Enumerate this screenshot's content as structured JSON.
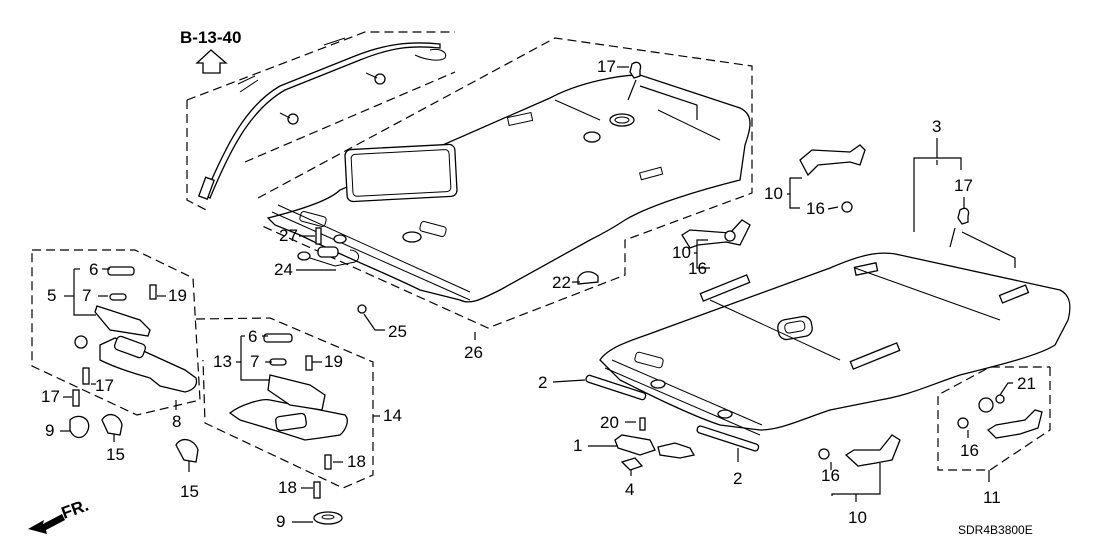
{
  "diagram": {
    "title": "Roof Lining / Headliner Parts Diagram",
    "reference_label": "B-13-40",
    "front_direction_label": "FR.",
    "diagram_code": "SDR4B3800E",
    "callouts": [
      {
        "id": "1",
        "text": "1"
      },
      {
        "id": "2a",
        "text": "2"
      },
      {
        "id": "2b",
        "text": "2"
      },
      {
        "id": "3",
        "text": "3"
      },
      {
        "id": "4",
        "text": "4"
      },
      {
        "id": "5",
        "text": "5"
      },
      {
        "id": "6a",
        "text": "6"
      },
      {
        "id": "6b",
        "text": "6"
      },
      {
        "id": "7a",
        "text": "7"
      },
      {
        "id": "7b",
        "text": "7"
      },
      {
        "id": "8",
        "text": "8"
      },
      {
        "id": "9a",
        "text": "9"
      },
      {
        "id": "9b",
        "text": "9"
      },
      {
        "id": "10a",
        "text": "10"
      },
      {
        "id": "10b",
        "text": "10"
      },
      {
        "id": "10c",
        "text": "10"
      },
      {
        "id": "11",
        "text": "11"
      },
      {
        "id": "13",
        "text": "13"
      },
      {
        "id": "14",
        "text": "14"
      },
      {
        "id": "15a",
        "text": "15"
      },
      {
        "id": "15b",
        "text": "15"
      },
      {
        "id": "16a",
        "text": "16"
      },
      {
        "id": "16b",
        "text": "16"
      },
      {
        "id": "16c",
        "text": "16"
      },
      {
        "id": "16d",
        "text": "16"
      },
      {
        "id": "17a",
        "text": "17"
      },
      {
        "id": "17b",
        "text": "17"
      },
      {
        "id": "17c",
        "text": "17"
      },
      {
        "id": "17d",
        "text": "17"
      },
      {
        "id": "18a",
        "text": "18"
      },
      {
        "id": "18b",
        "text": "18"
      },
      {
        "id": "19a",
        "text": "19"
      },
      {
        "id": "19b",
        "text": "19"
      },
      {
        "id": "20",
        "text": "20"
      },
      {
        "id": "21",
        "text": "21"
      },
      {
        "id": "22",
        "text": "22"
      },
      {
        "id": "24",
        "text": "24"
      },
      {
        "id": "25",
        "text": "25"
      },
      {
        "id": "26",
        "text": "26"
      },
      {
        "id": "27",
        "text": "27"
      }
    ]
  }
}
